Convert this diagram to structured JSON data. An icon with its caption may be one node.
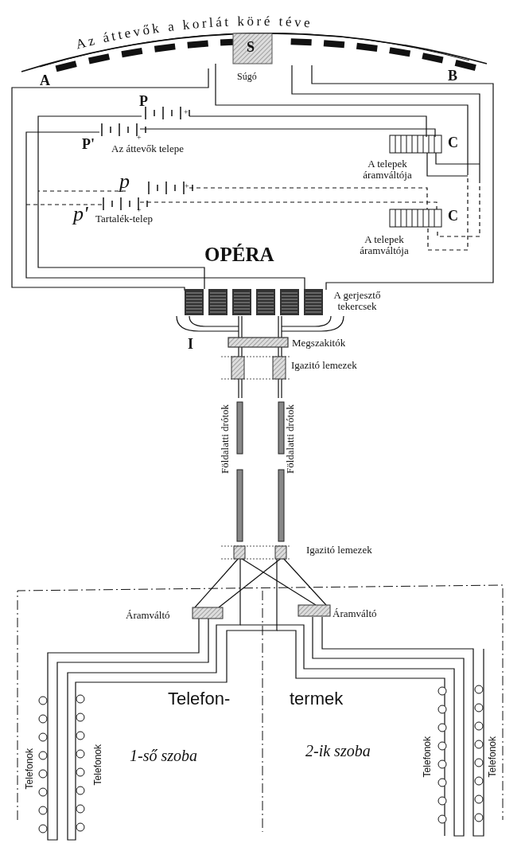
{
  "diagram": {
    "labels": [
      "Az áttevők a korlát köré téve",
      "S",
      "A",
      "Súgó",
      "B",
      "P",
      "+",
      "P'",
      "+",
      "Az áttevők telepe",
      "C",
      "A telepek áramváltója",
      "p",
      "+",
      "p'",
      "+",
      "Tartalék-telep",
      "C",
      "OPÉRA",
      "A telepek áramváltója",
      "A gerjesztő tekercsek",
      "I",
      "Megszakitók",
      "Igazitó lemezek",
      "Földalatti drótok",
      "Földalatti drótok",
      "Igazitó lemezek",
      "Áramváltó",
      "Áramváltó",
      "Telefon-",
      "termek",
      "Telefonok",
      "1-ső szoba",
      "Telefonok",
      "2-ik szoba",
      "Telefonok",
      "Telefonok"
    ]
  }
}
